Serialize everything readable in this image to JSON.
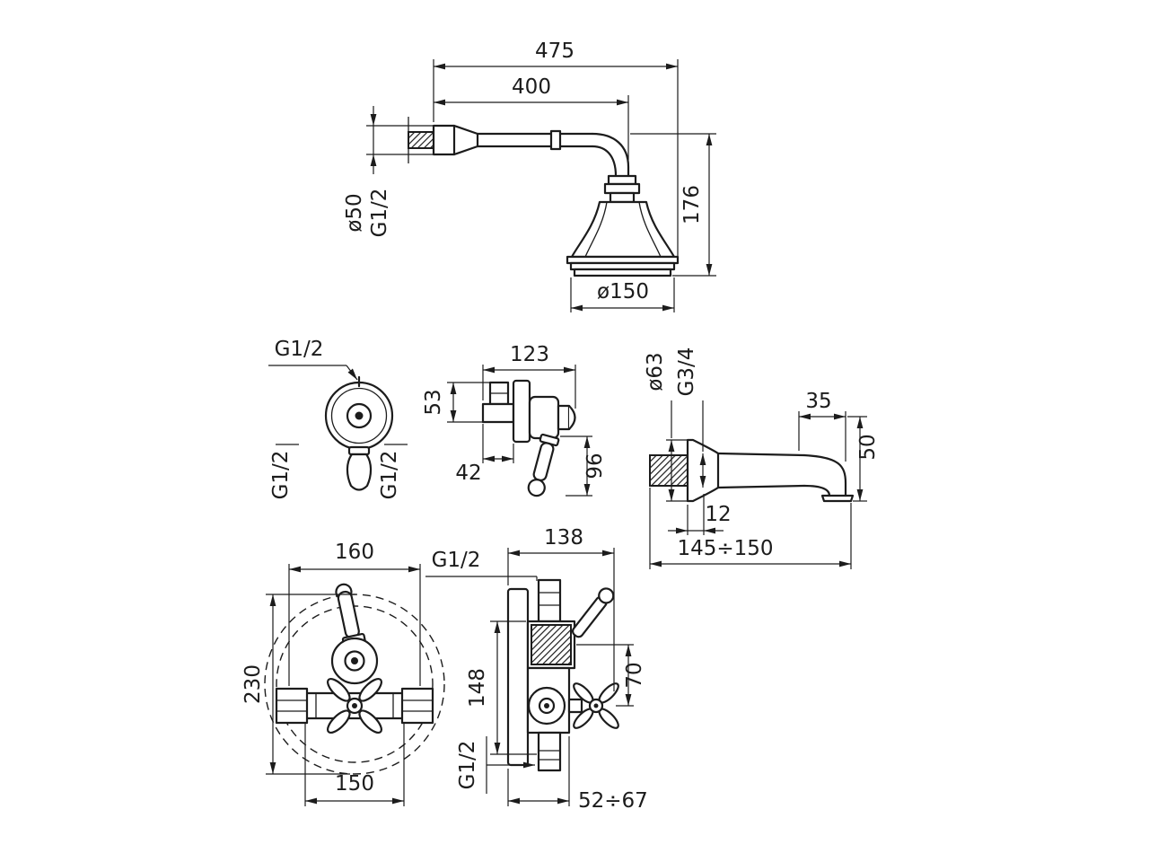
{
  "drawing": {
    "background": "#ffffff",
    "line_color": "#1c1c1c",
    "views": {
      "shower_arm": {
        "dims": {
          "overall_length": "475",
          "arm_length": "400",
          "escutcheon_diameter": "ø50",
          "connection_thread": "G1/2",
          "drop_height": "176",
          "head_diameter": "ø150"
        }
      },
      "stop_valve_front": {
        "dims": {
          "thread_top": "G1/2",
          "thread_left": "G1/2",
          "thread_right": "G1/2"
        }
      },
      "stop_valve_side": {
        "dims": {
          "depth": "123",
          "inlet_height": "53",
          "wall_distance": "42",
          "handle_length": "96"
        }
      },
      "spout": {
        "dims": {
          "flange_diameter": "ø63",
          "thread": "G3/4",
          "tip_offset": "35",
          "drop_height": "50",
          "wall_gap": "12",
          "projection": "145÷150"
        }
      },
      "mixer_front": {
        "dims": {
          "plate_width": "160",
          "plate_height": "230",
          "body_width": "150"
        }
      },
      "mixer_side": {
        "dims": {
          "depth": "138",
          "thread_top": "G1/2",
          "body_height": "148",
          "handle_spacing": "70",
          "thread_bottom": "G1/2",
          "projection": "52÷67"
        }
      }
    }
  }
}
